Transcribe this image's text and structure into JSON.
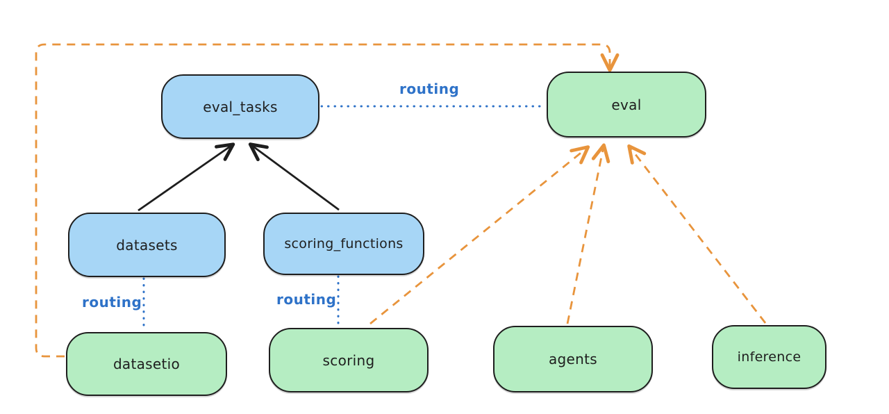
{
  "diagram": {
    "kind": "sketch-style architecture diagram",
    "colors": {
      "background": "#ffffff",
      "node_stroke": "#1e1e1e",
      "blue_node_fill": "#a7d6f6",
      "green_node_fill": "#b5edc2",
      "routing_label_blue": "#2e72c8",
      "dashed_arrow_orange": "#e8943c",
      "solid_arrow_black": "#1e1e1e"
    },
    "nodes": [
      {
        "id": "eval_tasks",
        "label": "eval_tasks",
        "fill": "blue"
      },
      {
        "id": "eval",
        "label": "eval",
        "fill": "green"
      },
      {
        "id": "datasets",
        "label": "datasets",
        "fill": "blue"
      },
      {
        "id": "scoring_functions",
        "label": "scoring_functions",
        "fill": "blue"
      },
      {
        "id": "datasetio",
        "label": "datasetio",
        "fill": "green"
      },
      {
        "id": "scoring",
        "label": "scoring",
        "fill": "green"
      },
      {
        "id": "agents",
        "label": "agents",
        "fill": "green"
      },
      {
        "id": "inference",
        "label": "inference",
        "fill": "green"
      }
    ],
    "edges": [
      {
        "from": "datasets",
        "to": "eval_tasks",
        "style": "solid",
        "color": "black",
        "arrow": true,
        "label": ""
      },
      {
        "from": "scoring_functions",
        "to": "eval_tasks",
        "style": "solid",
        "color": "black",
        "arrow": true,
        "label": ""
      },
      {
        "from": "eval_tasks",
        "to": "eval",
        "style": "dotted",
        "color": "blue",
        "arrow": false,
        "label": "routing"
      },
      {
        "from": "datasets",
        "to": "datasetio",
        "style": "dotted",
        "color": "blue",
        "arrow": false,
        "label": "routing"
      },
      {
        "from": "scoring_functions",
        "to": "scoring",
        "style": "dotted",
        "color": "blue",
        "arrow": false,
        "label": "routing"
      },
      {
        "from": "datasetio",
        "to": "eval",
        "style": "dashed",
        "color": "orange",
        "arrow": true,
        "label": ""
      },
      {
        "from": "scoring",
        "to": "eval",
        "style": "dashed",
        "color": "orange",
        "arrow": true,
        "label": ""
      },
      {
        "from": "agents",
        "to": "eval",
        "style": "dashed",
        "color": "orange",
        "arrow": true,
        "label": ""
      },
      {
        "from": "inference",
        "to": "eval",
        "style": "dashed",
        "color": "orange",
        "arrow": true,
        "label": ""
      }
    ]
  }
}
